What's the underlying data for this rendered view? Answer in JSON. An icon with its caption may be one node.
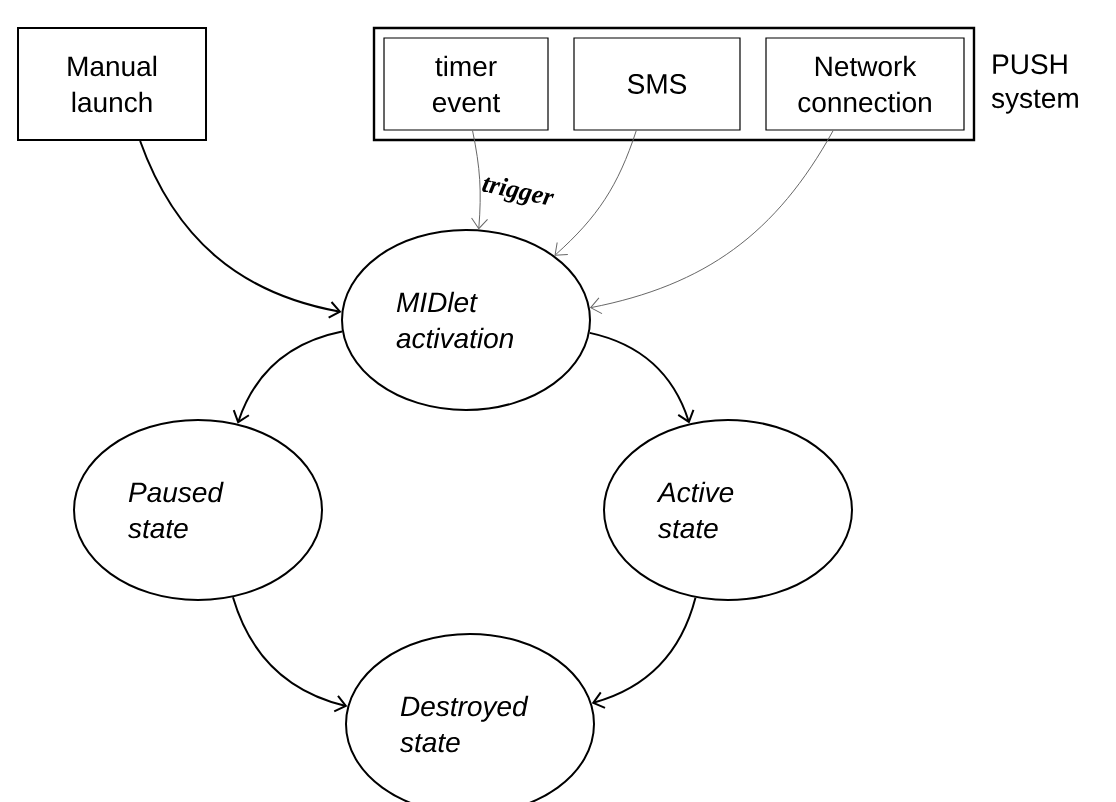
{
  "diagram": {
    "nodes": [
      {
        "text": [
          "Manual launch"
        ]
      },
      {
        "text": [
          "PUSH system"
        ]
      },
      {
        "text": [
          "timer event"
        ],
        "in": 1
      },
      {
        "text": [
          "SMS"
        ],
        "in": 1
      },
      {
        "text": [
          "Network connection"
        ],
        "in": 1
      },
      {
        "text": [
          "MIDlet activation"
        ]
      },
      {
        "text": [
          "Paused state"
        ]
      },
      {
        "text": [
          "Active state"
        ]
      },
      {
        "text": [
          "Destroyed state"
        ]
      }
    ],
    "edges": [
      {
        "from": 0,
        "to": 5,
        "arrow": "to"
      },
      {
        "from": 2,
        "to": 5,
        "arrow": "to",
        "label": "trigger",
        "color": "#666666"
      },
      {
        "from": 3,
        "to": 5,
        "arrow": "to",
        "color": "#666666"
      },
      {
        "from": 4,
        "to": 5,
        "arrow": "to",
        "color": "#666666"
      },
      {
        "from": 5,
        "to": 6,
        "arrow": "to"
      },
      {
        "from": 5,
        "to": 7,
        "arrow": "to"
      },
      {
        "from": 6,
        "to": 8,
        "arrow": "to"
      },
      {
        "from": 7,
        "to": 8,
        "arrow": "to"
      }
    ]
  }
}
